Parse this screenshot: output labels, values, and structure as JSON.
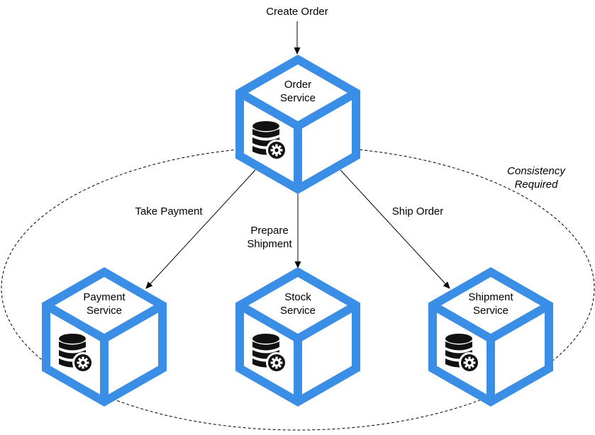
{
  "colors": {
    "cube": "#3a8ee6",
    "icon": "#111111",
    "line": "#000000"
  },
  "entry": {
    "label": "Create Order"
  },
  "services": {
    "order": {
      "line1": "Order",
      "line2": "Service",
      "icon": "database-gear-icon"
    },
    "payment": {
      "line1": "Payment",
      "line2": "Service",
      "icon": "database-gear-icon"
    },
    "stock": {
      "line1": "Stock",
      "line2": "Service",
      "icon": "database-gear-icon"
    },
    "shipment": {
      "line1": "Shipment",
      "line2": "Service",
      "icon": "database-gear-icon"
    }
  },
  "edges": {
    "take_payment": "Take Payment",
    "prepare_line1": "Prepare",
    "prepare_line2": "Shipment",
    "ship_order": "Ship Order"
  },
  "boundary": {
    "line1": "Consistency",
    "line2": "Required"
  }
}
